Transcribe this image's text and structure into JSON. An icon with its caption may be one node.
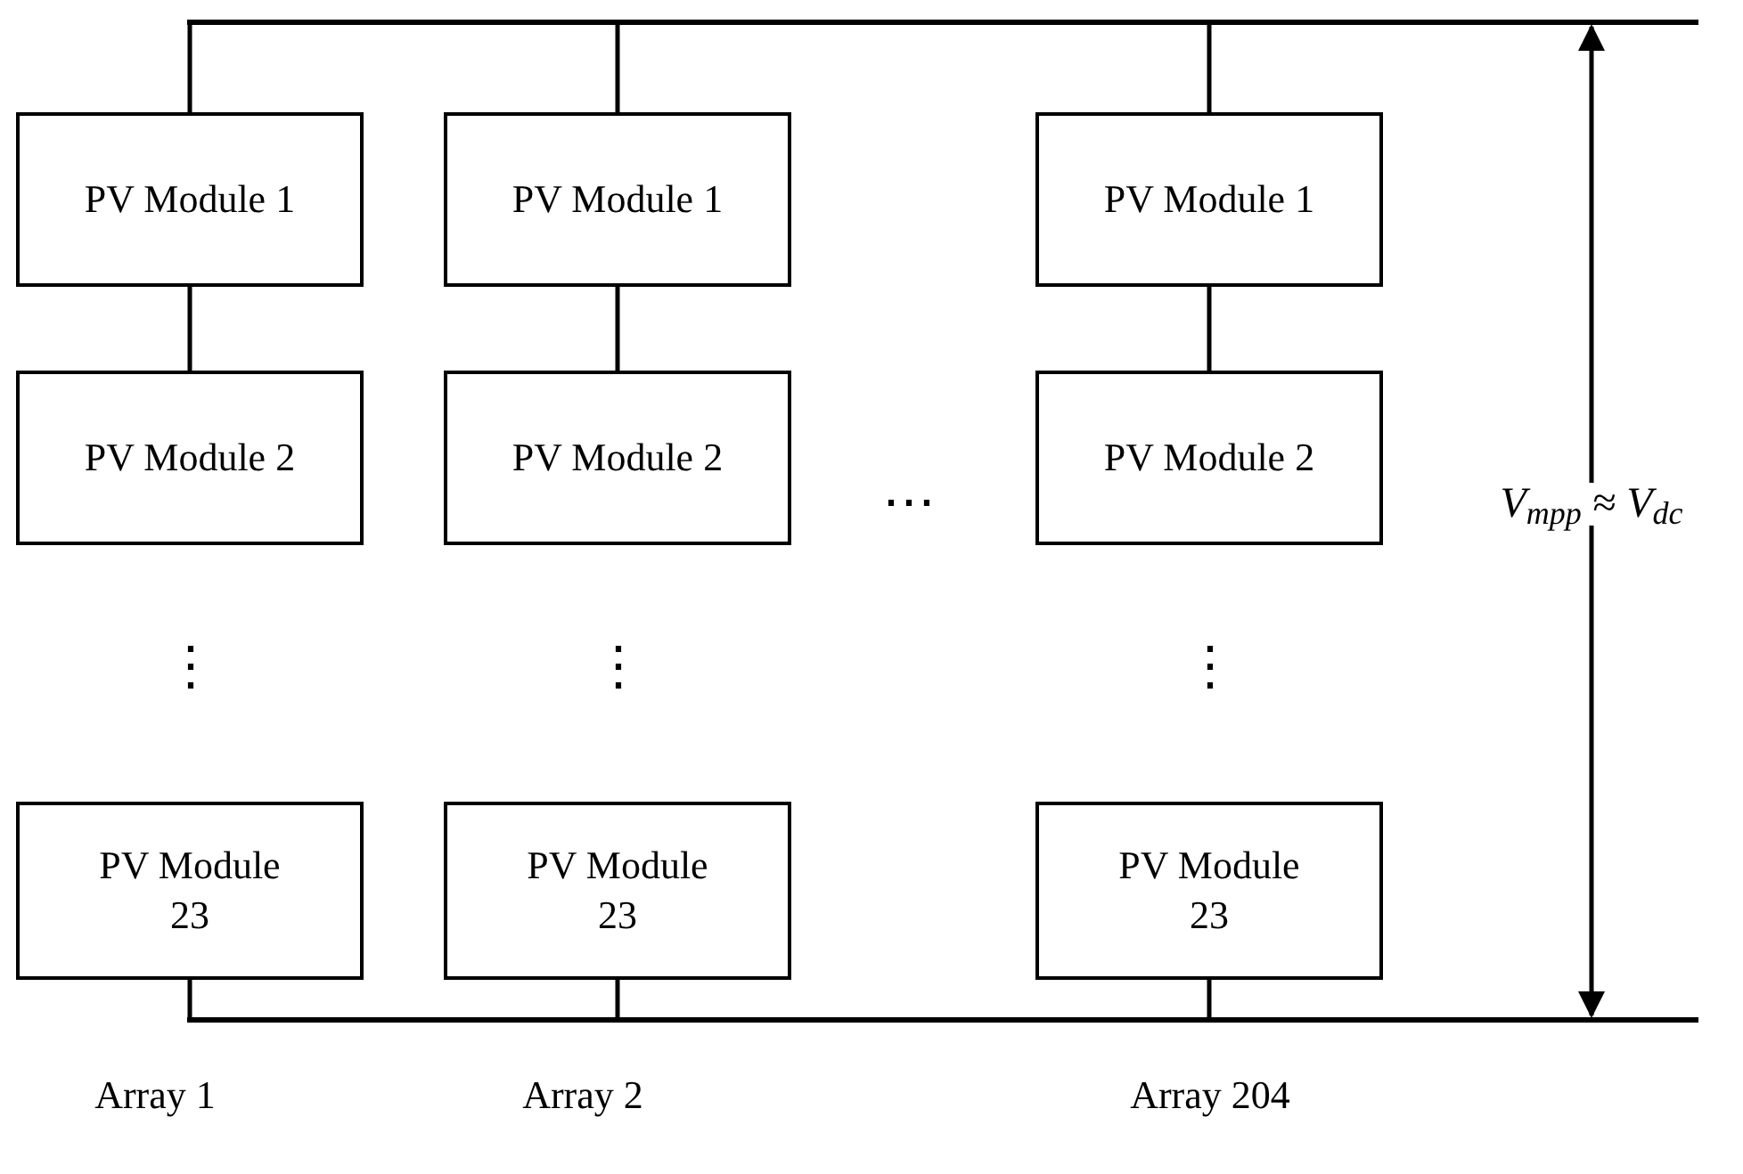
{
  "diagram": {
    "nodes": [
      {
        "text": [],
        "shape": "bar"
      },
      {
        "text": [
          "PV Module 1"
        ]
      },
      {
        "text": [
          "PV Module 1"
        ]
      },
      {
        "text": [
          "PV Module 1"
        ]
      },
      {
        "text": [
          "PV Module 2"
        ]
      },
      {
        "text": [
          "PV Module 2"
        ]
      },
      {
        "text": [
          "PV Module 2"
        ]
      },
      {
        "text": [
          "PV Module 23"
        ]
      },
      {
        "text": [
          "PV Module 23"
        ]
      },
      {
        "text": [
          "PV Module 23"
        ]
      },
      {
        "text": [],
        "shape": "bar"
      }
    ],
    "edges": [
      {
        "from": 0,
        "to": 1,
        "arrow": "none"
      },
      {
        "from": 0,
        "to": 2,
        "arrow": "none"
      },
      {
        "from": 0,
        "to": 3,
        "arrow": "none"
      },
      {
        "from": 1,
        "to": 4,
        "arrow": "none"
      },
      {
        "from": 2,
        "to": 5,
        "arrow": "none"
      },
      {
        "from": 3,
        "to": 6,
        "arrow": "none"
      },
      {
        "from": 7,
        "to": 10,
        "arrow": "none"
      },
      {
        "from": 8,
        "to": 10,
        "arrow": "none"
      },
      {
        "from": 9,
        "to": 10,
        "arrow": "none"
      },
      {
        "from": 0,
        "to": 10,
        "arrow": "both",
        "label": "V$_{mpp}$ ≈ V$_{dc}$"
      }
    ],
    "labels": [
      "⋯",
      "⋮",
      "⋮",
      "⋮",
      "Array 1",
      "Array 2",
      "Array 204"
    ]
  }
}
